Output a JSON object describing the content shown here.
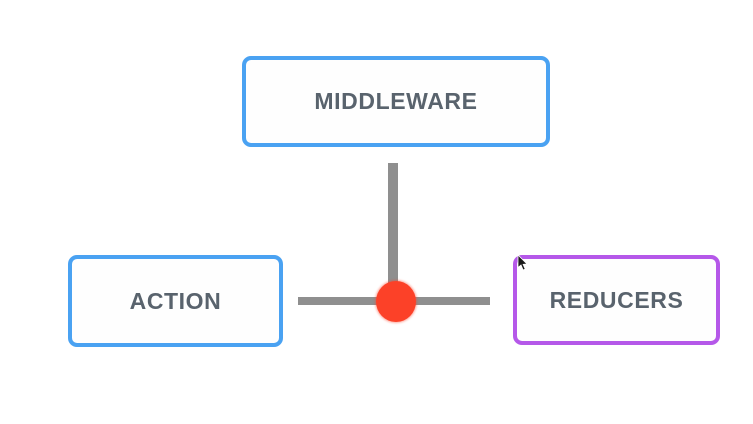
{
  "canvas": {
    "background_color": "#ffffff"
  },
  "diagram": {
    "nodes": [
      {
        "id": "middleware",
        "label": "MIDDLEWARE",
        "border_color": "#4aa2f2",
        "fill_color": "#fefefe"
      },
      {
        "id": "action",
        "label": "ACTION",
        "border_color": "#4aa2f2",
        "fill_color": "#fefefe"
      },
      {
        "id": "reducers",
        "label": "REDUCERS",
        "border_color": "#b558e9",
        "fill_color": "#fefefe"
      }
    ],
    "connectors": [
      {
        "id": "vertical",
        "from": "middleware",
        "to": "junction",
        "orientation": "vertical",
        "color": "#8f8f8f"
      },
      {
        "id": "horizontal",
        "from": "action",
        "to": "reducers",
        "orientation": "horizontal",
        "color": "#8f8f8f"
      }
    ],
    "junction": {
      "shape": "circle",
      "color": "#fc4128"
    },
    "text_color": "#59636d",
    "cursor": {
      "icon": "mouse-cursor-icon",
      "near_node": "reducers"
    }
  }
}
